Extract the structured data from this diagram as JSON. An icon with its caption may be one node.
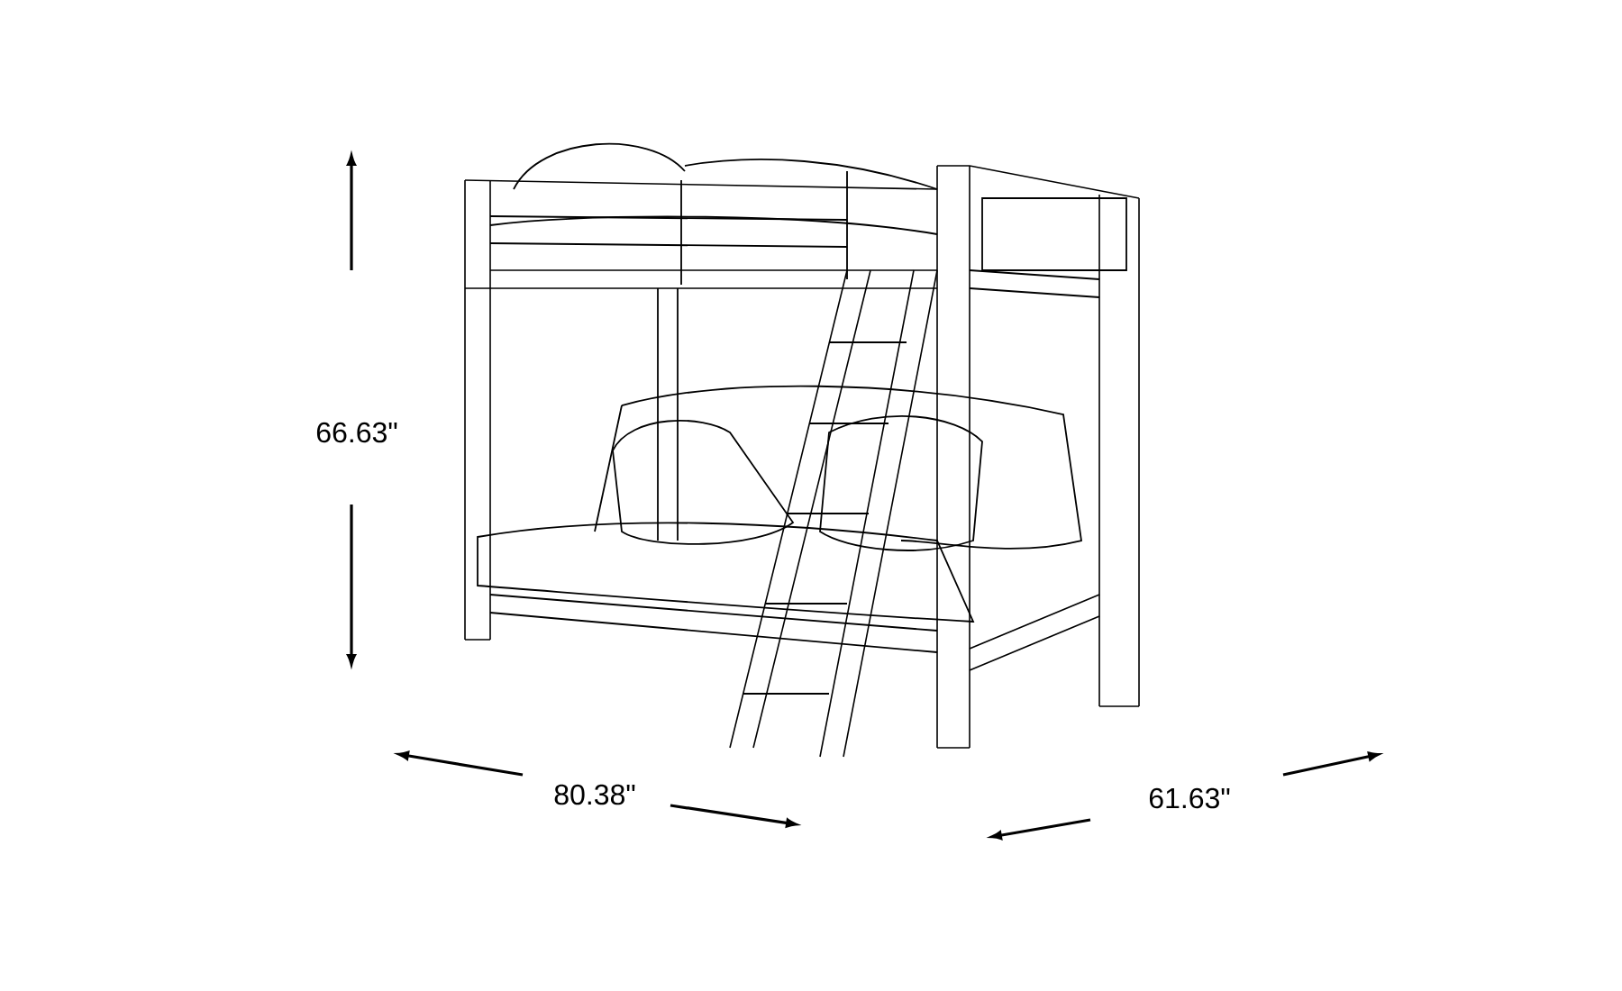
{
  "diagram": {
    "labels": [
      "66.63\"",
      "80.38\"",
      "61.63\""
    ]
  }
}
